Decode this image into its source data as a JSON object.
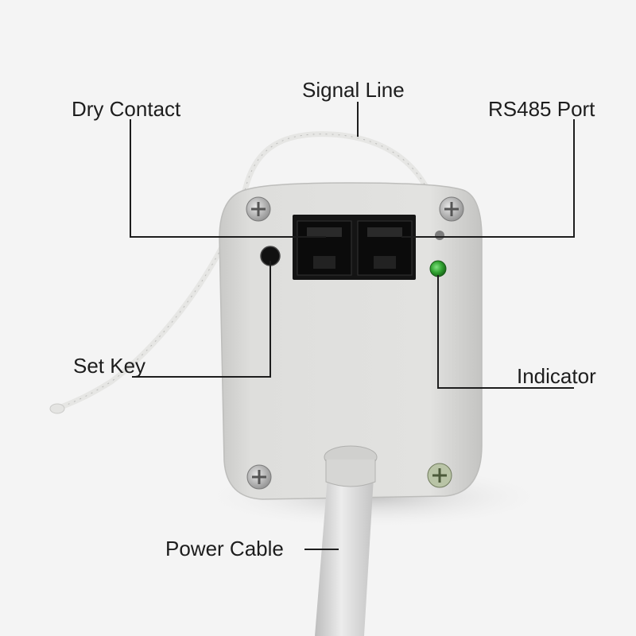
{
  "labels": {
    "signal_line": "Signal Line",
    "dry_contact": "Dry Contact",
    "rs485_port": "RS485 Port",
    "set_key": "Set Key",
    "indicator": "Indicator",
    "power_cable": "Power Cable"
  },
  "colors": {
    "background": "#f4f4f4",
    "device_body": "#dcdcda",
    "port_black": "#1a1a1a",
    "indicator_led": "#2fa02f",
    "leader_line": "#1d1d1d"
  }
}
